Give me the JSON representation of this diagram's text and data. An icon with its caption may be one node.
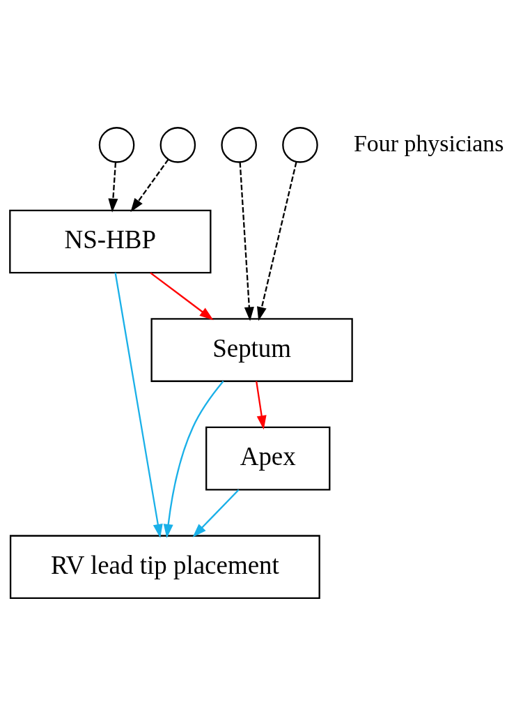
{
  "diagram": {
    "nodes": [
      {
        "text": [],
        "shape": "circle"
      },
      {
        "text": [],
        "shape": "circle"
      },
      {
        "text": [],
        "shape": "circle"
      },
      {
        "text": [],
        "shape": "circle"
      },
      {
        "text": [
          "NS-HBP"
        ]
      },
      {
        "text": [
          "Septum"
        ]
      },
      {
        "text": [
          "Apex"
        ]
      },
      {
        "text": [
          "RV lead tip placement"
        ]
      }
    ],
    "edges": [
      {
        "from": 0,
        "to": 4,
        "arrow": "to",
        "style": "dashed"
      },
      {
        "from": 1,
        "to": 4,
        "arrow": "to",
        "style": "dashed"
      },
      {
        "from": 2,
        "to": 5,
        "arrow": "to",
        "style": "dashed"
      },
      {
        "from": 3,
        "to": 5,
        "arrow": "to",
        "style": "dashed"
      },
      {
        "from": 4,
        "to": 5,
        "arrow": "to",
        "color": "#ff0000"
      },
      {
        "from": 5,
        "to": 6,
        "arrow": "to",
        "color": "#ff0000"
      },
      {
        "from": 4,
        "to": 7,
        "arrow": "to",
        "color": "#1ab0e8"
      },
      {
        "from": 5,
        "to": 7,
        "arrow": "to",
        "color": "#1ab0e8"
      },
      {
        "from": 6,
        "to": 7,
        "arrow": "to",
        "color": "#1ab0e8"
      }
    ],
    "labels": [
      "Four physicians"
    ]
  }
}
